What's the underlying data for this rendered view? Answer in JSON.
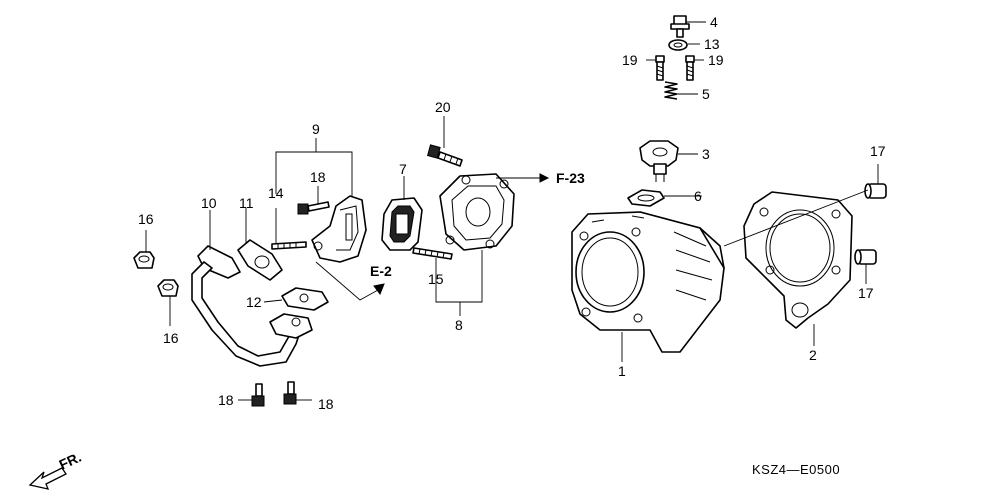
{
  "diagram": {
    "callouts": {
      "c1": "1",
      "c2": "2",
      "c3": "3",
      "c4": "4",
      "c5": "5",
      "c6": "6",
      "c7": "7",
      "c8": "8",
      "c9": "9",
      "c10": "10",
      "c11": "11",
      "c12": "12",
      "c13": "13",
      "c14": "14",
      "c15": "15",
      "c16a": "16",
      "c16b": "16",
      "c17a": "17",
      "c17b": "17",
      "c18a": "18",
      "c18b": "18",
      "c18c": "18",
      "c19a": "19",
      "c19b": "19",
      "c20": "20"
    },
    "refs": {
      "e2": "E-2",
      "f23": "F-23"
    },
    "direction_label": "FR.",
    "diagram_code": "KSZ4—E0500"
  },
  "colors": {
    "ink": "#000000",
    "paper": "#ffffff"
  }
}
